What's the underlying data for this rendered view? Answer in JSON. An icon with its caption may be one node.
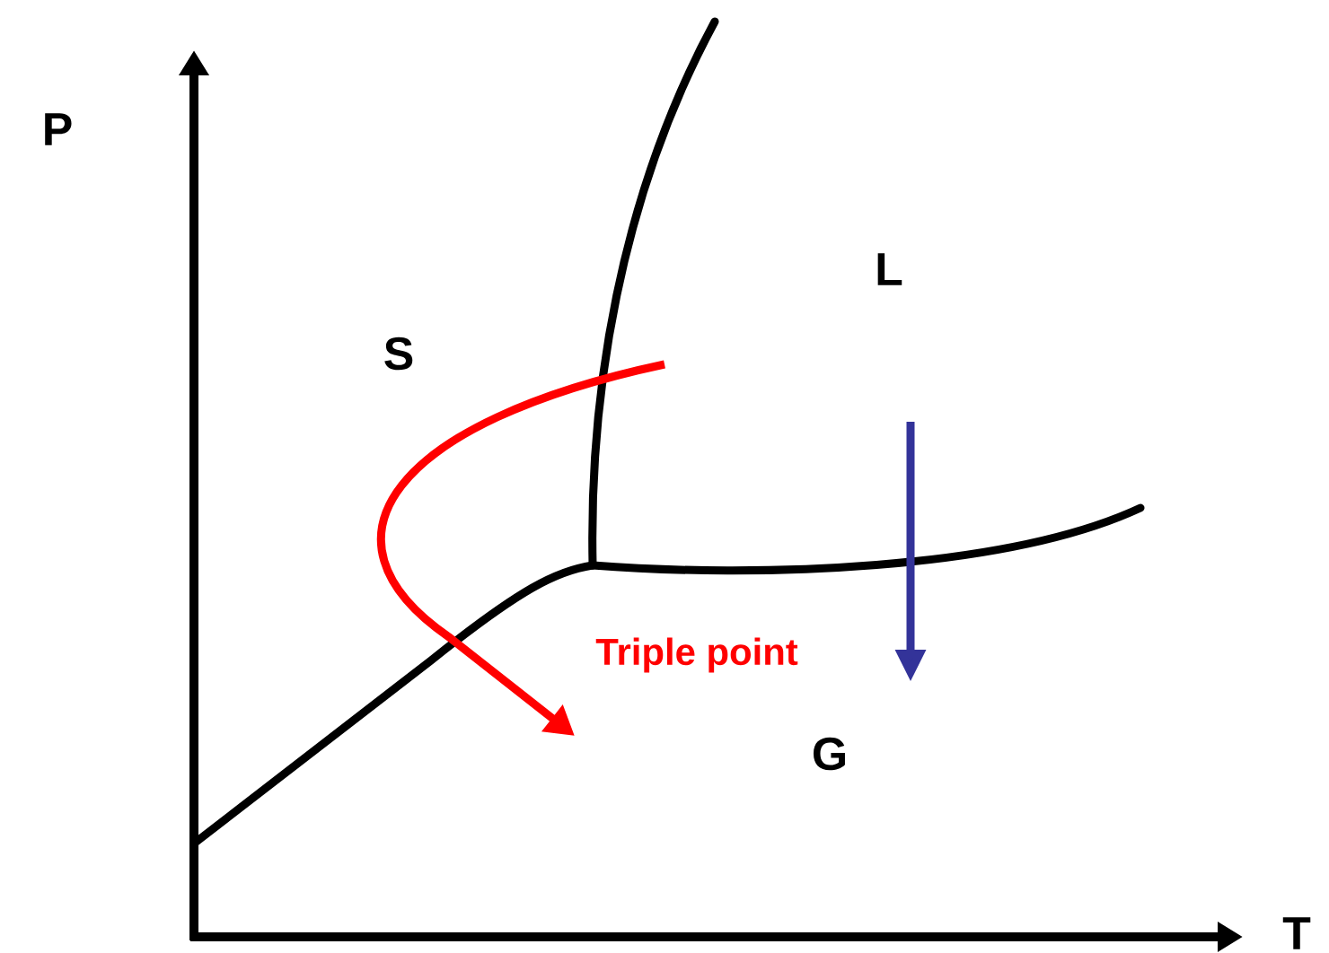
{
  "diagram": {
    "labels": [
      "P",
      "L",
      "S",
      "Triple point",
      "G",
      "T"
    ]
  }
}
